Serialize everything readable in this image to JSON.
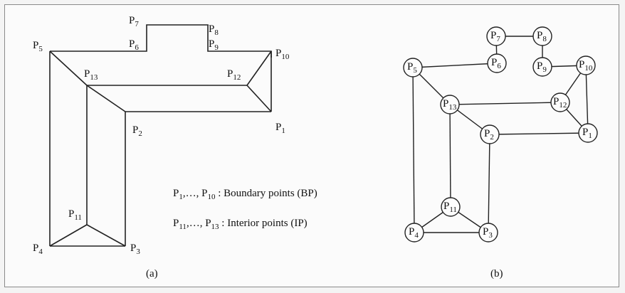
{
  "figure_a": {
    "caption": "(a)",
    "labels": [
      {
        "id": "P1",
        "base": "P",
        "sub": "1"
      },
      {
        "id": "P2",
        "base": "P",
        "sub": "2"
      },
      {
        "id": "P3",
        "base": "P",
        "sub": "3"
      },
      {
        "id": "P4",
        "base": "P",
        "sub": "4"
      },
      {
        "id": "P5",
        "base": "P",
        "sub": "5"
      },
      {
        "id": "P6",
        "base": "P",
        "sub": "6"
      },
      {
        "id": "P7",
        "base": "P",
        "sub": "7"
      },
      {
        "id": "P8",
        "base": "P",
        "sub": "8"
      },
      {
        "id": "P9",
        "base": "P",
        "sub": "9"
      },
      {
        "id": "P10",
        "base": "P",
        "sub": "10"
      },
      {
        "id": "P11",
        "base": "P",
        "sub": "11"
      },
      {
        "id": "P12",
        "base": "P",
        "sub": "12"
      },
      {
        "id": "P13",
        "base": "P",
        "sub": "13"
      }
    ],
    "legend": {
      "boundary": {
        "first": "P",
        "first_sub": "1",
        "mid": ",…, ",
        "last": "P",
        "last_sub": "10",
        "text": " : Boundary points (BP)"
      },
      "interior": {
        "first": "P",
        "first_sub": "11",
        "mid": ",…, ",
        "last": "P",
        "last_sub": "13",
        "text": " : Interior points (IP)"
      }
    }
  },
  "figure_b": {
    "caption": "(b)",
    "nodes": [
      {
        "id": "P1",
        "base": "P",
        "sub": "1"
      },
      {
        "id": "P2",
        "base": "P",
        "sub": "2"
      },
      {
        "id": "P3",
        "base": "P",
        "sub": "3"
      },
      {
        "id": "P4",
        "base": "P",
        "sub": "4"
      },
      {
        "id": "P5",
        "base": "P",
        "sub": "5"
      },
      {
        "id": "P6",
        "base": "P",
        "sub": "6"
      },
      {
        "id": "P7",
        "base": "P",
        "sub": "7"
      },
      {
        "id": "P8",
        "base": "P",
        "sub": "8"
      },
      {
        "id": "P9",
        "base": "P",
        "sub": "9"
      },
      {
        "id": "P10",
        "base": "P",
        "sub": "10"
      },
      {
        "id": "P11",
        "base": "P",
        "sub": "11"
      },
      {
        "id": "P12",
        "base": "P",
        "sub": "12"
      },
      {
        "id": "P13",
        "base": "P",
        "sub": "13"
      }
    ],
    "edges": [
      [
        "P5",
        "P6"
      ],
      [
        "P6",
        "P7"
      ],
      [
        "P7",
        "P8"
      ],
      [
        "P8",
        "P9"
      ],
      [
        "P9",
        "P10"
      ],
      [
        "P10",
        "P12"
      ],
      [
        "P10",
        "P1"
      ],
      [
        "P12",
        "P1"
      ],
      [
        "P13",
        "P12"
      ],
      [
        "P5",
        "P13"
      ],
      [
        "P5",
        "P4"
      ],
      [
        "P13",
        "P2"
      ],
      [
        "P2",
        "P1"
      ],
      [
        "P2",
        "P3"
      ],
      [
        "P13",
        "P11"
      ],
      [
        "P11",
        "P4"
      ],
      [
        "P11",
        "P3"
      ],
      [
        "P4",
        "P3"
      ]
    ]
  }
}
